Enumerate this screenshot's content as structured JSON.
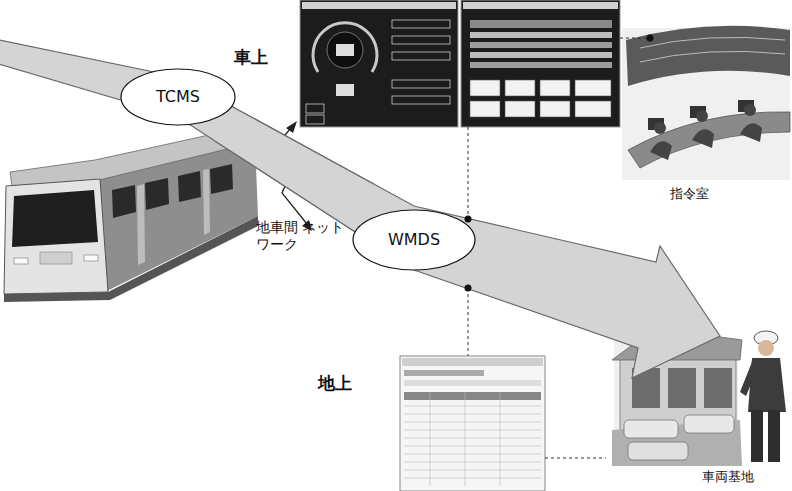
{
  "diagram": {
    "nodes": [
      {
        "text": [
          "TCMS"
        ]
      },
      {
        "text": [
          "WMDS"
        ]
      }
    ],
    "edges": [
      {
        "from": 0,
        "to": 1,
        "arrow": "none"
      }
    ],
    "labels": [
      "車上",
      "地上",
      "地車間 ネットワーク",
      "指令室",
      "車両基地"
    ]
  }
}
